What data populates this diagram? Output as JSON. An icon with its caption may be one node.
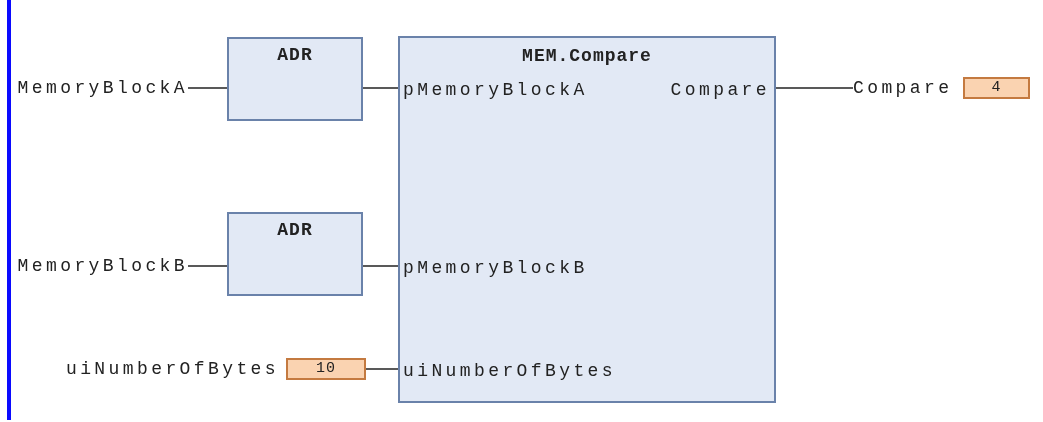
{
  "diagram": {
    "nodes": [
      {
        "text": [
          "MemoryBlockA"
        ]
      },
      {
        "text": [
          "ADR"
        ]
      },
      {
        "text": [
          "MemoryBlockB"
        ]
      },
      {
        "text": [
          "ADR"
        ]
      },
      {
        "text": [
          "10"
        ],
        "beside": [
          "uiNumberOfBytes"
        ]
      },
      {
        "text": [
          "MEM.Compare",
          "pMemoryBlockA",
          "pMemoryBlockB",
          "uiNumberOfBytes",
          "Compare"
        ]
      },
      {
        "text": [
          "Compare"
        ],
        "beside": [
          "4"
        ]
      }
    ],
    "edges": [
      {
        "from": 0,
        "to": 1,
        "arrow": "none"
      },
      {
        "from": 1,
        "to": 5,
        "arrow": "none"
      },
      {
        "from": 2,
        "to": 3,
        "arrow": "none"
      },
      {
        "from": 3,
        "to": 5,
        "arrow": "none"
      },
      {
        "from": 4,
        "to": 5,
        "arrow": "none"
      },
      {
        "from": 5,
        "to": 6,
        "arrow": "none"
      }
    ]
  }
}
